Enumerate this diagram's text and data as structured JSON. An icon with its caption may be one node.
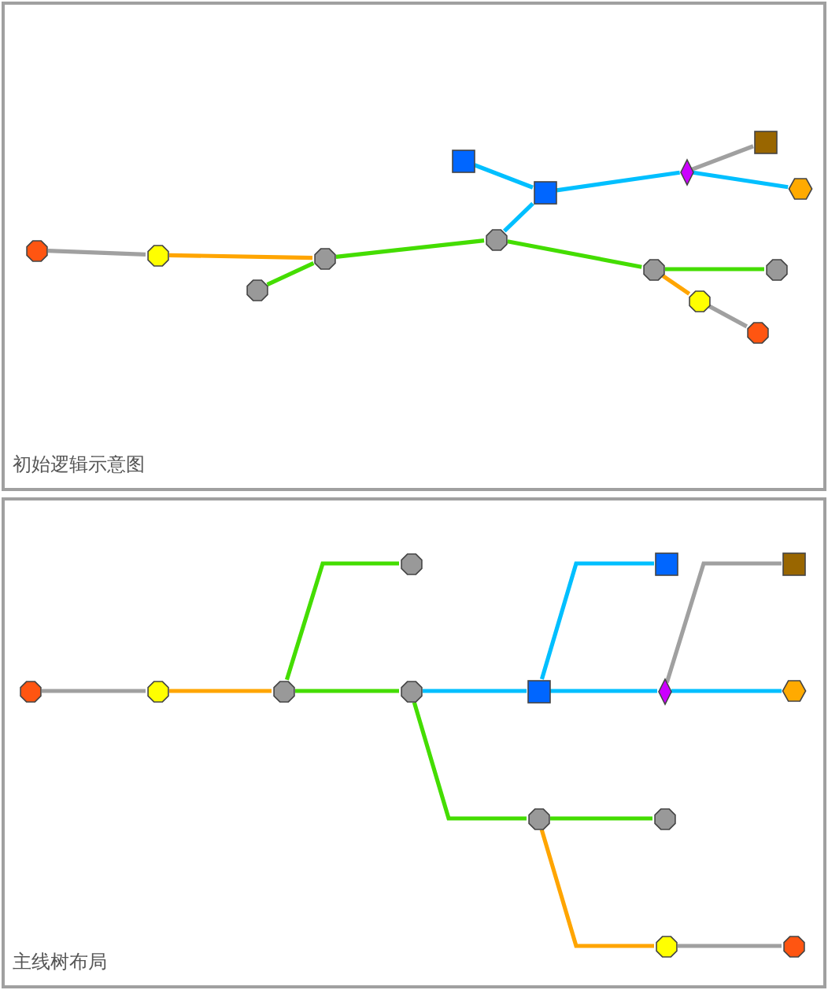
{
  "diagram": {
    "nodes": [
      {
        "text": [
          "初始逻辑示意图"
        ]
      },
      {
        "text": [],
        "shape": "octagon",
        "in": 0
      },
      {
        "text": [],
        "shape": "octagon",
        "in": 0
      },
      {
        "text": [],
        "shape": "octagon",
        "in": 0
      },
      {
        "text": [],
        "shape": "octagon",
        "in": 0
      },
      {
        "text": [],
        "shape": "box",
        "in": 0
      },
      {
        "text": [],
        "shape": "octagon",
        "in": 0
      },
      {
        "text": [],
        "shape": "box",
        "in": 0
      },
      {
        "text": [],
        "shape": "octagon",
        "in": 0
      },
      {
        "text": [],
        "shape": "diamond",
        "in": 0
      },
      {
        "text": [],
        "shape": "octagon",
        "in": 0
      },
      {
        "text": [],
        "shape": "octagon",
        "in": 0
      },
      {
        "text": [],
        "shape": "box",
        "in": 0
      },
      {
        "text": [],
        "shape": "octagon",
        "in": 0
      },
      {
        "text": [],
        "shape": "hexagon",
        "in": 0
      },
      {
        "text": [
          "主线树布局"
        ]
      },
      {
        "text": [],
        "shape": "octagon",
        "in": 15
      },
      {
        "text": [],
        "shape": "octagon",
        "in": 15
      },
      {
        "text": [],
        "shape": "octagon",
        "in": 15
      },
      {
        "text": [],
        "shape": "octagon",
        "in": 15
      },
      {
        "text": [],
        "shape": "octagon",
        "in": 15
      },
      {
        "text": [],
        "shape": "box",
        "in": 15
      },
      {
        "text": [],
        "shape": "octagon",
        "in": 15
      },
      {
        "text": [],
        "shape": "box",
        "in": 15
      },
      {
        "text": [],
        "shape": "diamond",
        "in": 15
      },
      {
        "text": [],
        "shape": "octagon",
        "in": 15
      },
      {
        "text": [],
        "shape": "octagon",
        "in": 15
      },
      {
        "text": [],
        "shape": "box",
        "in": 15
      },
      {
        "text": [],
        "shape": "hexagon",
        "in": 15
      },
      {
        "text": [],
        "shape": "octagon",
        "in": 15
      }
    ],
    "edges": [
      {
        "from": 1,
        "to": 2,
        "arrow": "none",
        "color": "#a0a0a0"
      },
      {
        "from": 2,
        "to": 4,
        "arrow": "none",
        "color": "#ffa500"
      },
      {
        "from": 3,
        "to": 4,
        "arrow": "none",
        "color": "#44dd00"
      },
      {
        "from": 4,
        "to": 6,
        "arrow": "none",
        "color": "#44dd00"
      },
      {
        "from": 6,
        "to": 7,
        "arrow": "none",
        "color": "#00bfff"
      },
      {
        "from": 5,
        "to": 7,
        "arrow": "none",
        "color": "#00bfff"
      },
      {
        "from": 7,
        "to": 9,
        "arrow": "none",
        "color": "#00bfff"
      },
      {
        "from": 9,
        "to": 12,
        "arrow": "none",
        "color": "#a0a0a0"
      },
      {
        "from": 9,
        "to": 14,
        "arrow": "none",
        "color": "#00bfff"
      },
      {
        "from": 6,
        "to": 8,
        "arrow": "none",
        "color": "#44dd00"
      },
      {
        "from": 8,
        "to": 13,
        "arrow": "none",
        "color": "#44dd00"
      },
      {
        "from": 8,
        "to": 10,
        "arrow": "none",
        "color": "#ffa500"
      },
      {
        "from": 10,
        "to": 11,
        "arrow": "none",
        "color": "#a0a0a0"
      },
      {
        "from": 16,
        "to": 17,
        "arrow": "none",
        "color": "#a0a0a0"
      },
      {
        "from": 17,
        "to": 18,
        "arrow": "none",
        "color": "#ffa500"
      },
      {
        "from": 18,
        "to": 19,
        "arrow": "none",
        "color": "#44dd00"
      },
      {
        "from": 18,
        "to": 20,
        "arrow": "none",
        "color": "#44dd00"
      },
      {
        "from": 20,
        "to": 21,
        "arrow": "none",
        "color": "#00bfff"
      },
      {
        "from": 20,
        "to": 22,
        "arrow": "none",
        "color": "#44dd00"
      },
      {
        "from": 21,
        "to": 23,
        "arrow": "none",
        "color": "#00bfff"
      },
      {
        "from": 21,
        "to": 24,
        "arrow": "none",
        "color": "#00bfff"
      },
      {
        "from": 24,
        "to": 27,
        "arrow": "none",
        "color": "#a0a0a0"
      },
      {
        "from": 24,
        "to": 28,
        "arrow": "none",
        "color": "#00bfff"
      },
      {
        "from": 22,
        "to": 25,
        "arrow": "none",
        "color": "#44dd00"
      },
      {
        "from": 22,
        "to": 26,
        "arrow": "none",
        "color": "#ffa500"
      },
      {
        "from": 26,
        "to": 29,
        "arrow": "none",
        "color": "#a0a0a0"
      }
    ]
  }
}
